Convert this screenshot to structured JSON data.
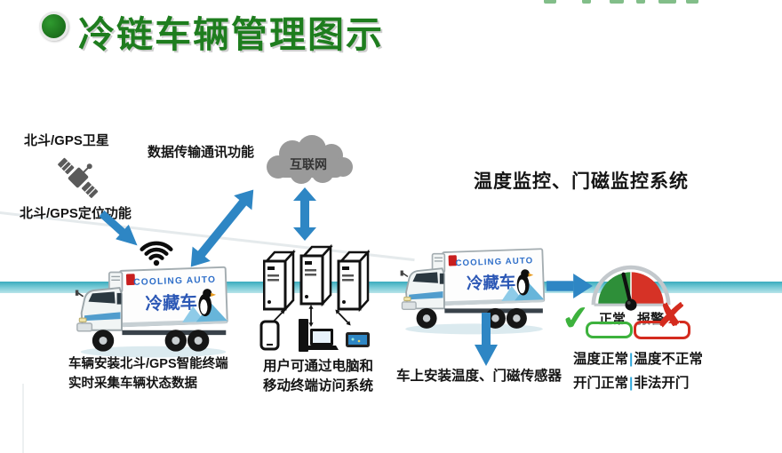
{
  "slide": {
    "title": "冷链车辆管理图示"
  },
  "left_flow": {
    "satellite_label": "北斗/GPS卫星",
    "positioning_label": "北斗/GPS定位功能",
    "transmission_label": "数据传输通讯功能",
    "internet_label": "互联网",
    "truck_caption_line1": "车辆安装北斗/GPS智能终端",
    "truck_caption_line2": "实时采集车辆状态数据",
    "user_caption_line1": "用户可通过电脑和",
    "user_caption_line2": "移动终端访问系统"
  },
  "truck": {
    "brand": "COOLING AUTO",
    "name": "冷藏车"
  },
  "monitoring": {
    "title": "温度监控、门磁监控系统",
    "sensor_caption": "车上安装温度、门磁传感器",
    "normal_label": "正常",
    "alarm_label": "报警",
    "check_icon": "✔",
    "cross_icon": "✘",
    "separator": "|",
    "status_rows": [
      {
        "normal": "温度正常",
        "abnormal": "温度不正常"
      },
      {
        "normal": "开门正常",
        "abnormal": "非法开门"
      }
    ]
  },
  "colors": {
    "title_green": "#1e7d1e",
    "arrow_blue": "#2e86c4",
    "band_teal": "#3aacbe",
    "cloud_gray": "#9a9a9a",
    "gauge_green": "#2e8f39",
    "gauge_red": "#d63226",
    "status_green": "#3db23d",
    "status_red": "#d42b1e",
    "truck_text_blue": "#2b57b5"
  }
}
